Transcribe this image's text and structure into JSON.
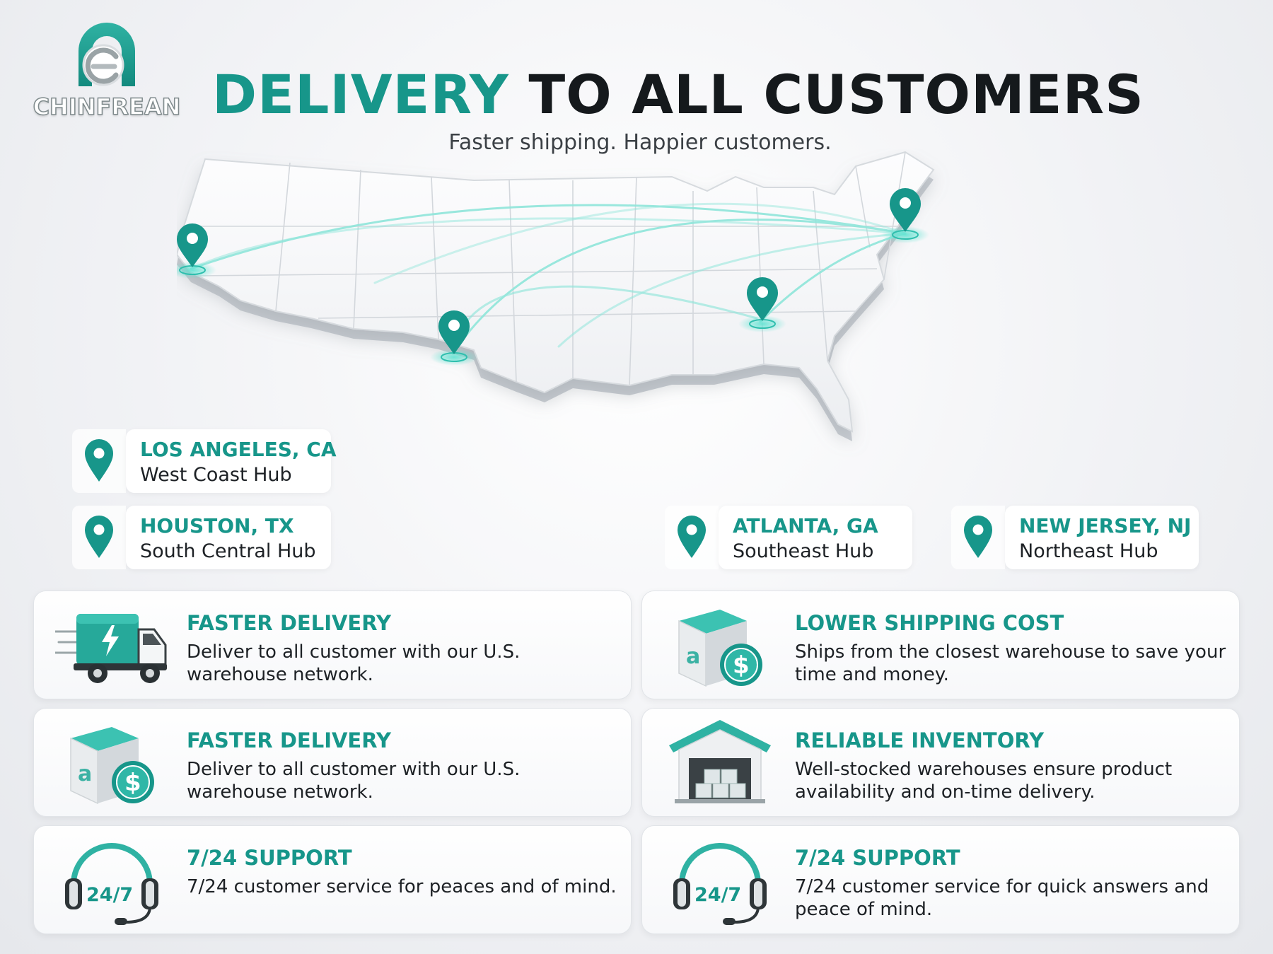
{
  "brand": {
    "name": "CHINFREAN",
    "logo_icon": "chinfrean-logo-icon",
    "accent_color": "#17968a"
  },
  "header": {
    "title_accent": "DELIVERY",
    "title_rest": "TO ALL CUSTOMERS",
    "subtitle": "Faster shipping. Happier customers."
  },
  "map": {
    "icon": "us-map",
    "pins": [
      "los-angeles",
      "houston",
      "atlanta",
      "new-jersey"
    ]
  },
  "hubs": [
    {
      "city": "LOS ANGELES, CA",
      "name": "West Coast Hub",
      "icon": "location-pin-icon"
    },
    {
      "city": "HOUSTON, TX",
      "name": "South Central Hub",
      "icon": "location-pin-icon"
    },
    {
      "city": "ATLANTA, GA",
      "name": "Southeast Hub",
      "icon": "location-pin-icon"
    },
    {
      "city": "NEW JERSEY, NJ",
      "name": "Northeast Hub",
      "icon": "location-pin-icon"
    }
  ],
  "features": [
    {
      "title": "FASTER DELIVERY",
      "desc": "Deliver to all customer with our U.S. warehouse network.",
      "icon": "delivery-truck-icon"
    },
    {
      "title": "LOWER SHIPPING COST",
      "desc": "Ships from the closest warehouse to save your time and money.",
      "icon": "box-dollar-icon"
    },
    {
      "title": "FASTER DELIVERY",
      "desc": "Deliver to all customer with our U.S. warehouse network.",
      "icon": "box-dollar-icon"
    },
    {
      "title": "RELIABLE INVENTORY",
      "desc": "Well-stocked warehouses ensure product availability and on-time delivery.",
      "icon": "warehouse-icon"
    },
    {
      "title": "7/24 SUPPORT",
      "desc": "7/24  customer service for peaces and of mind.",
      "icon": "headset-icon",
      "badge": "24/7"
    },
    {
      "title": "7/24 SUPPORT",
      "desc": "7/24 customer service for quick answers and peace of mind.",
      "icon": "headset-icon",
      "badge": "24/7"
    }
  ]
}
